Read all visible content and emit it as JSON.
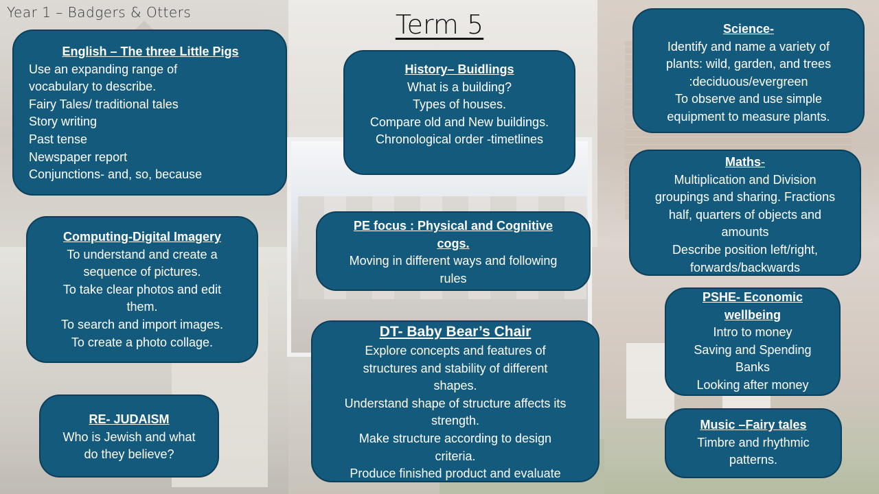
{
  "header": {
    "class_label": "Year 1 – Badgers & Otters",
    "term_title": "Term 5"
  },
  "cards": {
    "english": {
      "heading": "English – The three Little Pigs",
      "lines": [
        "Use an expanding range of",
        "vocabulary to describe.",
        "Fairy Tales/ traditional tales",
        "Story writing",
        "Past tense",
        "Newspaper report",
        "Conjunctions- and, so, because"
      ]
    },
    "history": {
      "heading": "History– Buidlings",
      "lines": [
        "What is a building?",
        "Types of houses.",
        "Compare old and New buildings.",
        "Chronological order -timetlines"
      ]
    },
    "science": {
      "heading": "Science-",
      "lines": [
        "Identify and name a variety of",
        "plants: wild, garden, and trees",
        ":deciduous/evergreen",
        "To observe and use simple",
        "equipment to measure plants."
      ]
    },
    "maths": {
      "heading": "Maths",
      "heading_tail": "-",
      "lines": [
        "Multiplication and Division",
        "groupings and sharing. Fractions",
        "half, quarters of objects and",
        "amounts",
        "Describe position left/right,",
        "forwards/backwards"
      ]
    },
    "computing": {
      "heading": "Computing-Digital Imagery",
      "lines": [
        "To understand and create a",
        "sequence of pictures.",
        "To take clear photos and edit",
        "them.",
        "To search and import images.",
        "To create a photo collage."
      ]
    },
    "pe": {
      "heading_1": "PE focus : Physical and Cognitive",
      "heading_2": "cogs.",
      "lines": [
        "Moving in different ways and following",
        "rules"
      ]
    },
    "dt": {
      "heading": "DT- Baby Bear’s Chair",
      "lines": [
        "Explore concepts and features of",
        "structures and stability of different",
        "shapes.",
        "Understand shape of structure affects its",
        "strength.",
        "Make structure according to design",
        "criteria.",
        "Produce finished product and evaluate"
      ]
    },
    "pshe": {
      "heading_1": "PSHE- Economic",
      "heading_2": "wellbeing",
      "lines": [
        "Intro to money",
        "Saving and Spending",
        "Banks",
        "Looking after money"
      ]
    },
    "re": {
      "heading": "RE- JUDAISM",
      "lines": [
        "Who is Jewish and what",
        "do they believe?"
      ]
    },
    "music": {
      "heading": "Music –Fairy tales",
      "lines": [
        "Timbre and rhythmic",
        "patterns."
      ]
    }
  }
}
